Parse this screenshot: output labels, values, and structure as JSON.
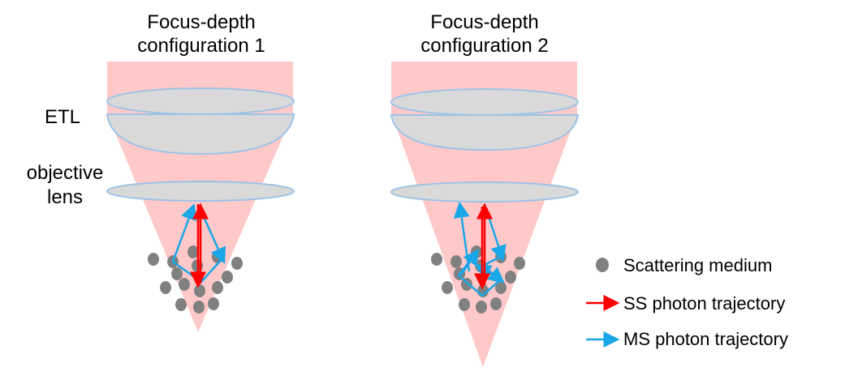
{
  "panels": [
    {
      "title_line1": "Focus-depth",
      "title_line2": "configuration 1"
    },
    {
      "title_line1": "Focus-depth",
      "title_line2": "configuration 2"
    }
  ],
  "labels": {
    "etl": "ETL",
    "objective_line1": "objective",
    "objective_line2": "lens"
  },
  "legend": {
    "scattering": "Scattering medium",
    "ss": "SS photon trajectory",
    "ms": "MS photon trajectory"
  },
  "colors": {
    "beam": "#ffc9c9",
    "lens_fill": "#d9d9d9",
    "lens_stroke": "#9dc3e6",
    "particle": "#808080",
    "ss_arrow": "#ff0000",
    "ms_arrow": "#1aa7e8"
  }
}
